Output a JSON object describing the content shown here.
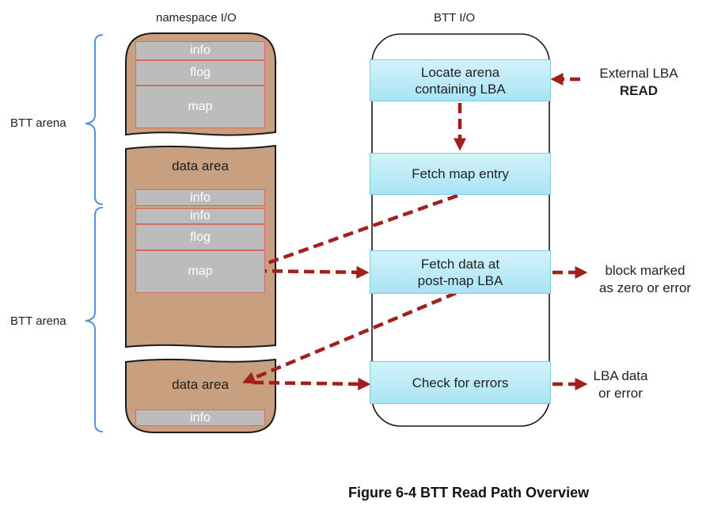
{
  "headers": {
    "namespace_io": "namespace I/O",
    "btt_io": "BTT I/O"
  },
  "side_labels": {
    "arena_1": "BTT arena",
    "arena_2": "BTT arena"
  },
  "namespace_segments": {
    "info_1": "info",
    "flog_1": "flog",
    "map_1": "map",
    "data_area_1": "data area",
    "info_2": "info",
    "info_3": "info",
    "flog_2": "flog",
    "map_2": "map",
    "data_area_2": "data area",
    "info_4": "info"
  },
  "steps": {
    "locate_line1": "Locate arena",
    "locate_line2": "containing LBA",
    "fetch_map": "Fetch map entry",
    "fetch_data_line1": "Fetch data at",
    "fetch_data_line2": "post-map LBA",
    "check_errors": "Check for errors"
  },
  "notes": {
    "external_line1": "External LBA",
    "external_line2": "READ",
    "block_line1": "block marked",
    "block_line2": "as zero or error",
    "lba_line1": "LBA data",
    "lba_line2": "or error"
  },
  "caption": "Figure 6-4 BTT Read Path Overview",
  "colors": {
    "data_area": "#c8a07f",
    "metadata": "#bcbcbc",
    "step": "#b6e8f5",
    "arrow": "#a0201b",
    "bracket": "#5b8fd6"
  }
}
